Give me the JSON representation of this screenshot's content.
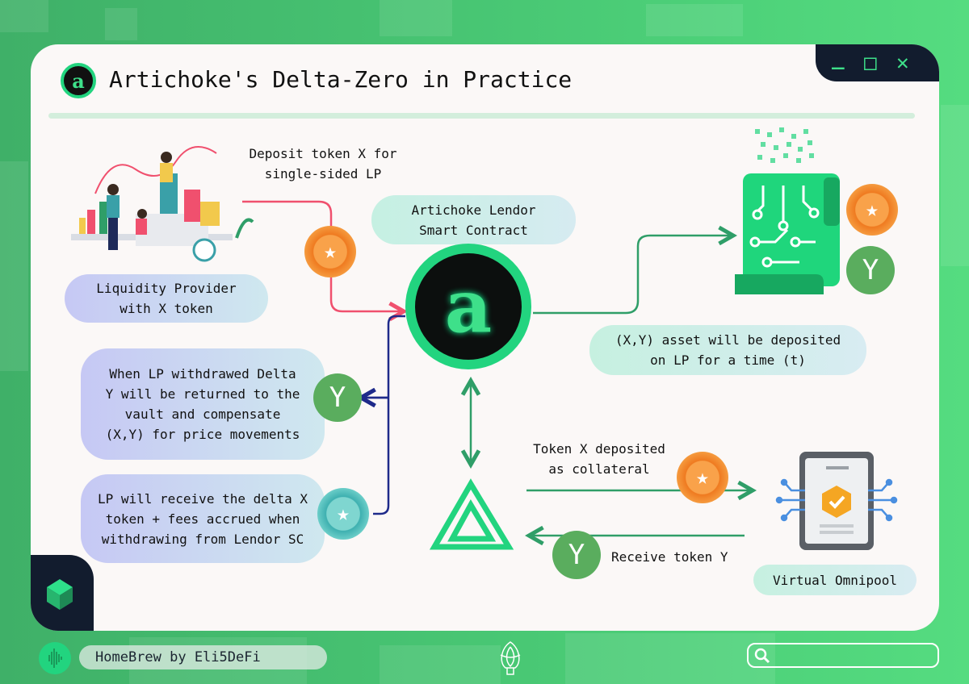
{
  "header": {
    "title": "Artichoke's Delta-Zero in Practice",
    "logo_letter": "a"
  },
  "window_controls": {
    "minimize": "_",
    "maximize": "□",
    "close": "✕"
  },
  "diagram": {
    "deposit_label": [
      "Deposit token X for",
      "single-sided LP"
    ],
    "liquidity_provider": [
      "Liquidity Provider",
      "with X token"
    ],
    "lendor_contract": [
      "Artichoke Lendor",
      "Smart Contract"
    ],
    "asset_deposit": [
      "(X,Y) asset will be deposited",
      "on LP for a time (t)"
    ],
    "withdraw_delta_y": [
      "When LP withdrawed Delta",
      "Y will be returned to the",
      "vault and compensate",
      "(X,Y) for price movements"
    ],
    "receive_delta_x": [
      "LP will receive the delta X",
      "token + fees accrued when",
      "withdrawing from Lendor SC"
    ],
    "collateral_label": [
      "Token X deposited",
      "as collateral"
    ],
    "receive_y_label": "Receive token Y",
    "omnipool": "Virtual Omnipool",
    "token_y": "Y"
  },
  "footer": {
    "brand": "HomeBrew by Eli5DeFi"
  },
  "colors": {
    "green_bg": "#4ccf78",
    "navy": "#121c2e",
    "accent": "#22d47f",
    "coin_orange": "#f28a2e",
    "y_green": "#5aad5e",
    "red_line": "#f0506e",
    "blue_line": "#1e2a8a"
  }
}
